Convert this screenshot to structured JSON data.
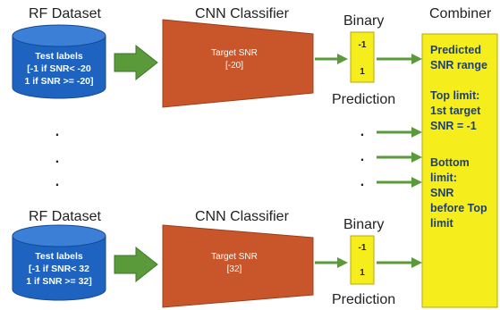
{
  "top_pipeline": {
    "dataset_heading": "RF Dataset",
    "cylinder_lines": [
      "Test labels",
      "[-1 if SNR< -20",
      "1 if SNR >= -20]"
    ],
    "classifier_heading": "CNN Classifier",
    "classifier_lines": [
      "Target SNR",
      "[-20]"
    ],
    "binary_heading": "Binary",
    "binary_values": [
      "-1",
      "1"
    ],
    "prediction_label": "Prediction"
  },
  "bottom_pipeline": {
    "dataset_heading": "RF Dataset",
    "cylinder_lines": [
      "Test labels",
      "[-1 if SNR< 32",
      "1 if SNR >= 32]"
    ],
    "classifier_heading": "CNN Classifier",
    "classifier_lines": [
      "Target SNR",
      "[32]"
    ],
    "binary_heading": "Binary",
    "binary_values": [
      "-1",
      "1"
    ],
    "prediction_label": "Prediction"
  },
  "combiner": {
    "heading": "Combiner",
    "lines": [
      "Predicted",
      "SNR range",
      "",
      "Top limit:",
      "1st target",
      "SNR = -1",
      "",
      "Bottom",
      "limit:",
      "SNR",
      "before Top",
      "limit"
    ]
  },
  "ellipsis": {
    "left_dots": [
      ".",
      ".",
      "."
    ],
    "mid_dots": [
      ".",
      ".",
      "."
    ]
  },
  "colors": {
    "cylinder_fill": "#1f63c1",
    "cylinder_top": "#3b7fd6",
    "classifier_fill": "#c8562a",
    "arrow_green": "#5a9a3a",
    "yellow_fill": "#f5ee1c",
    "yellow_stroke": "#b5a80b"
  }
}
